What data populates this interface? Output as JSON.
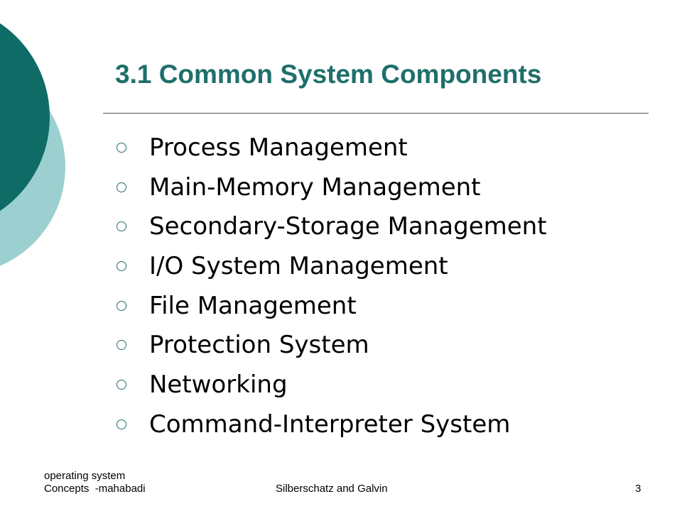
{
  "slide": {
    "title": "3.1 Common System Components",
    "bullets": [
      "Process Management",
      "Main-Memory Management",
      "Secondary-Storage Management",
      "I/O System Management",
      "File Management",
      "Protection System",
      "Networking",
      "Command-Interpreter System"
    ]
  },
  "footer": {
    "left_line1": "operating system",
    "left_line2": "Concepts  -mahabadi",
    "center": "Silberschatz and Galvin",
    "page_number": "3"
  },
  "colors": {
    "accent_dark": "#0e6b66",
    "accent_light": "#9ccfcf",
    "title": "#1f6f6b"
  },
  "icons": {
    "bullet": "hollow-circle-icon"
  }
}
